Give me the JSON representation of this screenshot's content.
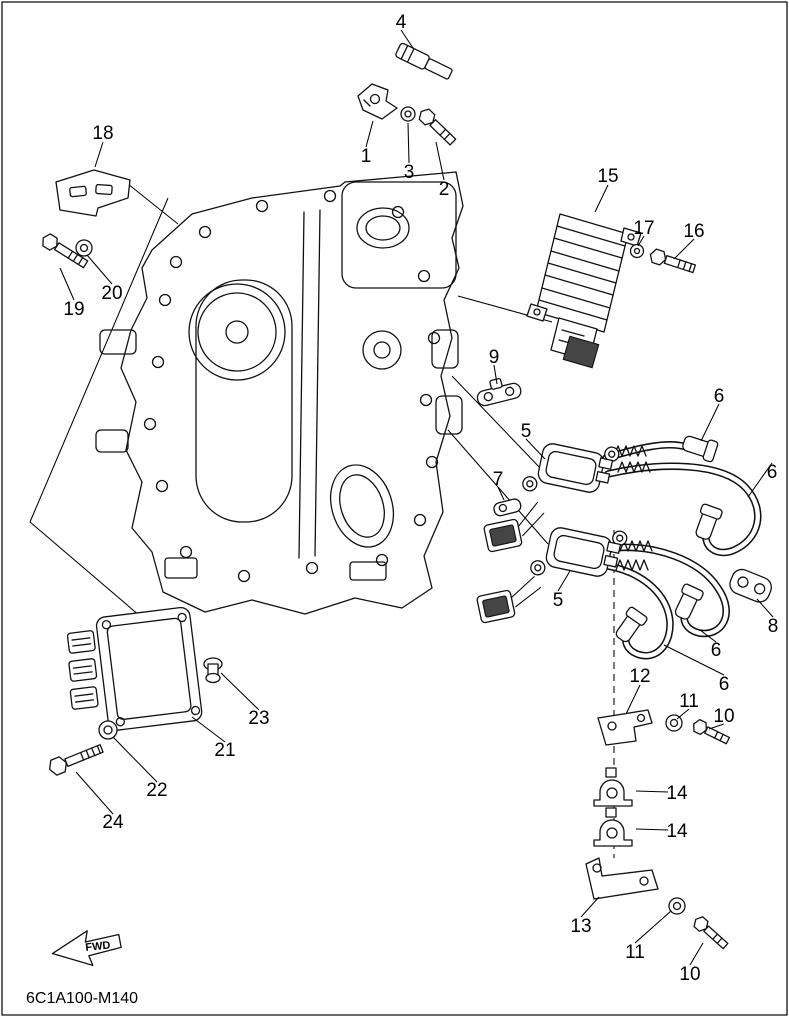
{
  "diagram": {
    "code": "6C1A100-M140",
    "fwd_label": "FWD",
    "callouts": {
      "c1": "1",
      "c2": "2",
      "c3": "3",
      "c4": "4",
      "c5a": "5",
      "c5b": "5",
      "c6a": "6",
      "c6b": "6",
      "c6c": "6",
      "c6d": "6",
      "c7": "7",
      "c8": "8",
      "c9": "9",
      "c10a": "10",
      "c10b": "10",
      "c11a": "11",
      "c11b": "11",
      "c12": "12",
      "c13": "13",
      "c14a": "14",
      "c14b": "14",
      "c15": "15",
      "c16": "16",
      "c17": "17",
      "c18": "18",
      "c19": "19",
      "c20": "20",
      "c21": "21",
      "c22": "22",
      "c23": "23",
      "c24": "24"
    }
  }
}
